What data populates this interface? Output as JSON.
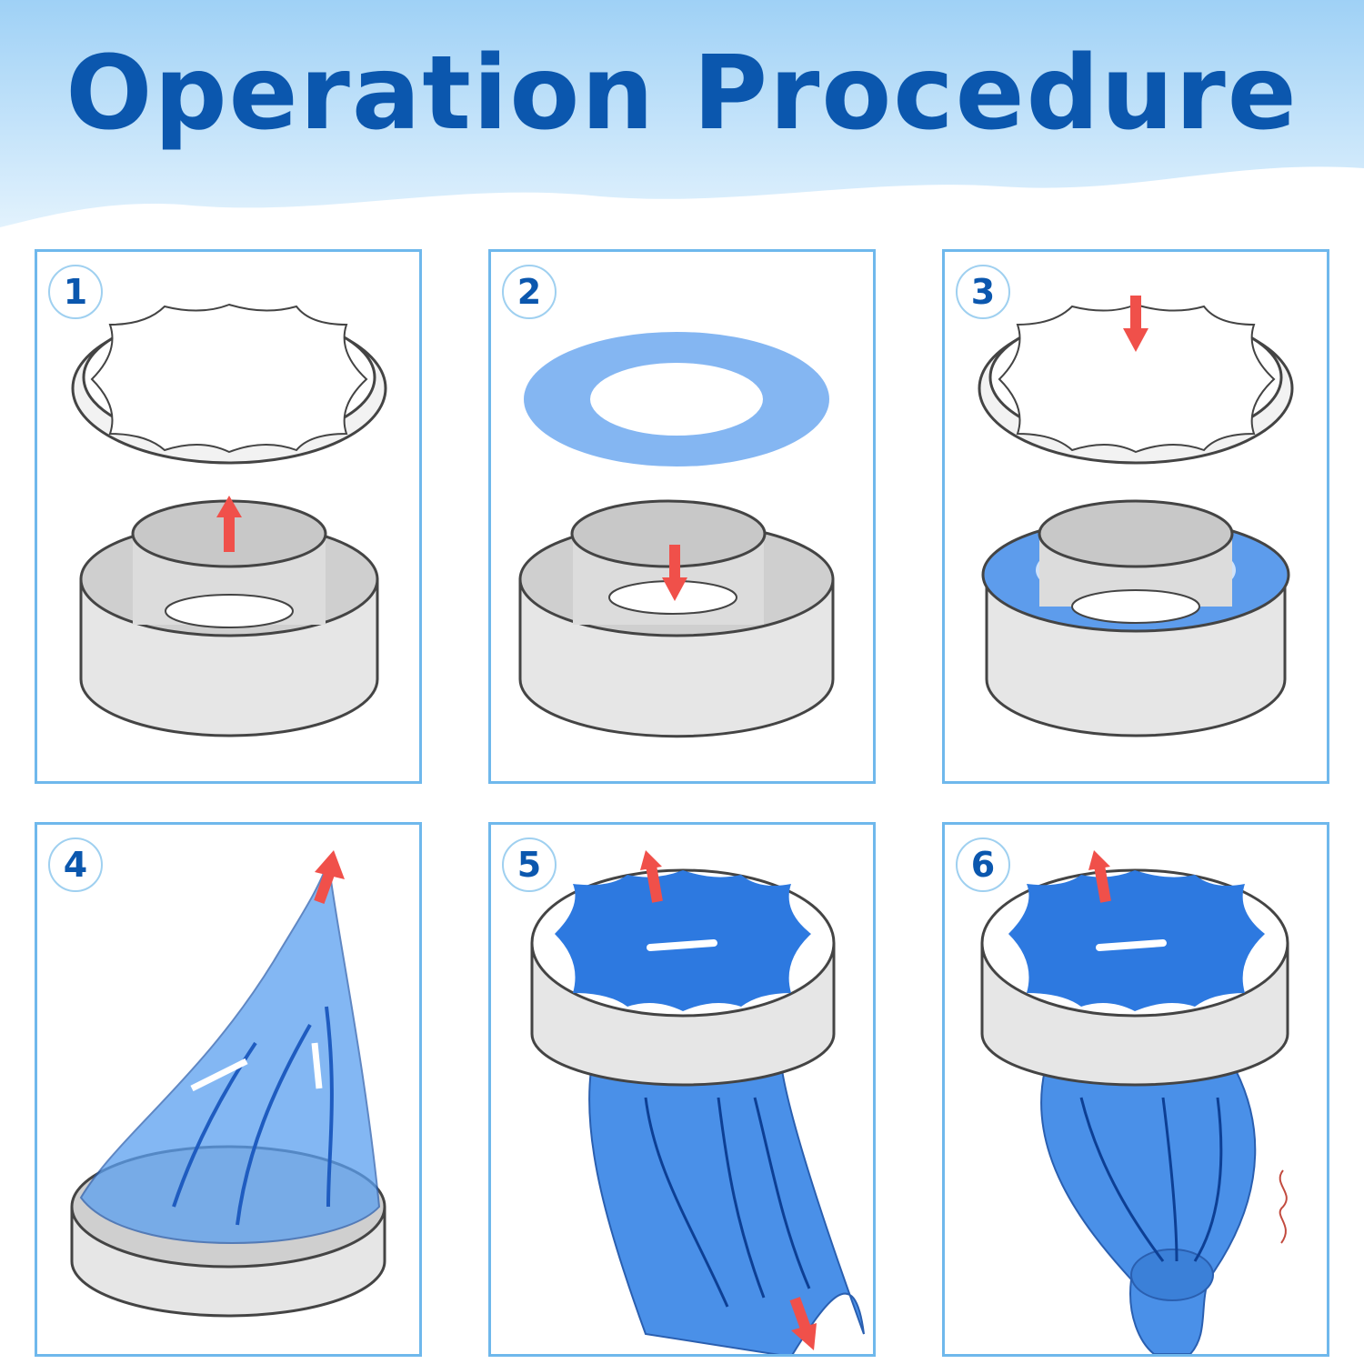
{
  "header": {
    "title": "Operation Procedure"
  },
  "steps": [
    {
      "number": "1"
    },
    {
      "number": "2"
    },
    {
      "number": "3"
    },
    {
      "number": "4"
    },
    {
      "number": "5"
    },
    {
      "number": "6"
    }
  ],
  "colors": {
    "title": "#0b57ae",
    "border": "#6fb8ec",
    "bag": "#4a90e8",
    "arrow": "#f0504a"
  }
}
